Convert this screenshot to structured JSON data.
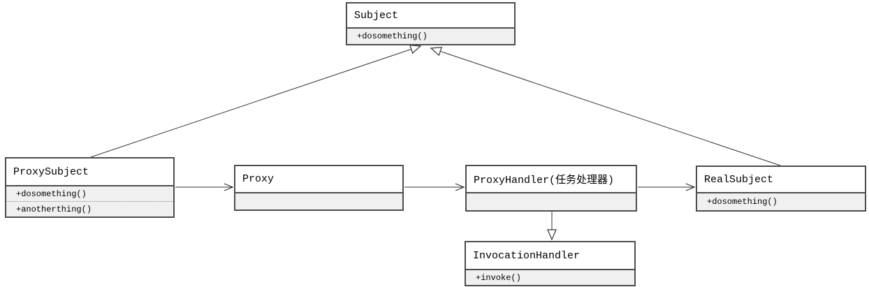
{
  "colors": {
    "box_border": "#4d4d4d",
    "box_fill": "#ffffff",
    "compartment_fill": "#f0f0f0",
    "connector_line": "#333333"
  },
  "classes": {
    "subject": {
      "name": "Subject",
      "methods": [
        "+dosomething()"
      ]
    },
    "proxy_subject": {
      "name": "ProxySubject",
      "methods": [
        "+dosomething()",
        "+anotherthing()"
      ]
    },
    "proxy": {
      "name": "Proxy",
      "methods": []
    },
    "proxy_handler": {
      "name": "ProxyHandler(任务处理器)",
      "methods": []
    },
    "real_subject": {
      "name": "RealSubject",
      "methods": [
        "+dosomething()"
      ]
    },
    "invocation_handler": {
      "name": "InvocationHandler",
      "methods": [
        "+invoke()"
      ]
    }
  },
  "relations": [
    {
      "from": "ProxySubject",
      "to": "Subject",
      "type": "generalization"
    },
    {
      "from": "RealSubject",
      "to": "Subject",
      "type": "generalization"
    },
    {
      "from": "ProxyHandler(任务处理器)",
      "to": "InvocationHandler",
      "type": "generalization"
    },
    {
      "from": "ProxySubject",
      "to": "Proxy",
      "type": "association"
    },
    {
      "from": "Proxy",
      "to": "ProxyHandler(任务处理器)",
      "type": "association"
    },
    {
      "from": "ProxyHandler(任务处理器)",
      "to": "RealSubject",
      "type": "association"
    }
  ]
}
